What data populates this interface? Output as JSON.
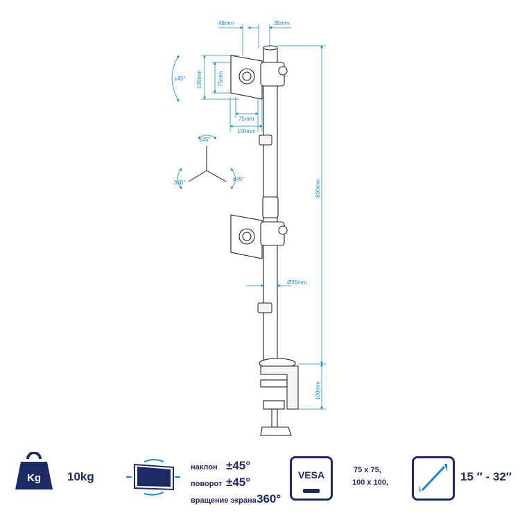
{
  "dimensions": {
    "offset_left": "48mm",
    "offset_right": "35mm",
    "vesa_v_large": "100mm",
    "vesa_v_small": "75mm",
    "vesa_h_small": "75mm",
    "vesa_h_large": "100mm",
    "tilt_side": "±45°",
    "tilt_top": "±45°",
    "swivel": "±45°",
    "rotation": "360°",
    "pole_height": "800mm",
    "pole_diameter": "Ø35mm",
    "clamp_height": "100mm"
  },
  "specs": {
    "weight_icon_label": "Kg",
    "weight_value": "10kg",
    "tilt_label": "наклон",
    "tilt_value": "±45°",
    "swivel_label": "поворот",
    "swivel_value": "±45°",
    "rotation_label": "вращение экрана",
    "rotation_value": "360°",
    "vesa_icon_label": "VESA",
    "vesa_line1": "75 x 75,",
    "vesa_line2": "100 x 100,",
    "size_range": "15 ″ - 32″"
  },
  "colors": {
    "dimension_blue": "#1a87c8",
    "spec_navy": "#1d2a63",
    "line_black": "#1d1d1b"
  }
}
